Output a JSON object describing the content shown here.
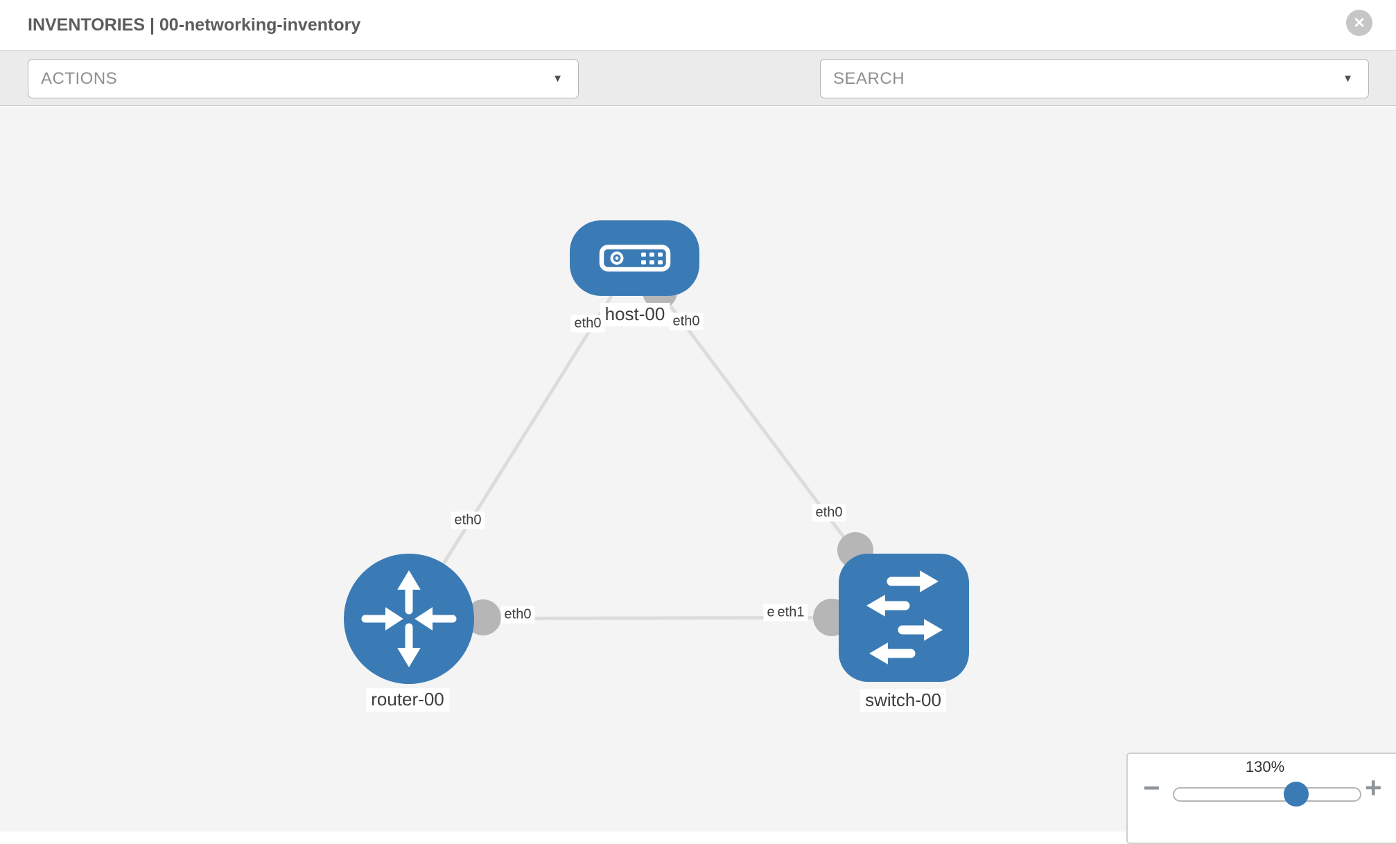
{
  "header": {
    "title": "INVENTORIES | 00-networking-inventory"
  },
  "toolbar": {
    "actions_label": "ACTIONS",
    "search_label": "SEARCH"
  },
  "icons": {
    "close": "✕",
    "caret": "▼",
    "minus": "−",
    "plus": "+",
    "wrench": "wrench-icon",
    "key": "key-icon"
  },
  "topology": {
    "nodes": [
      {
        "id": "host-00",
        "label": "host-00",
        "type": "host"
      },
      {
        "id": "router-00",
        "label": "router-00",
        "type": "router"
      },
      {
        "id": "switch-00",
        "label": "switch-00",
        "type": "switch"
      }
    ],
    "links": [
      {
        "from": "host-00",
        "from_if": "eth0",
        "to": "router-00",
        "to_if": "eth0"
      },
      {
        "from": "host-00",
        "from_if": "eth0",
        "to": "switch-00",
        "to_if": "eth0"
      },
      {
        "from": "router-00",
        "from_if": "eth0",
        "to": "switch-00",
        "to_if": "eth1"
      }
    ],
    "interfaces": [
      {
        "text": "eth0"
      },
      {
        "text": "eth0"
      },
      {
        "text": "eth0"
      },
      {
        "text": "eth0"
      },
      {
        "text": "eth0"
      },
      {
        "text": "eth0"
      },
      {
        "text": "eth1"
      }
    ]
  },
  "zoom_control": {
    "level": "130%"
  },
  "colors": {
    "node_blue": "#3a7bb5",
    "link_gray": "#dcdcdc",
    "connector_gray": "#b6b6b6",
    "canvas_bg": "#f4f4f4",
    "toolbar_bg": "#ebebeb"
  }
}
